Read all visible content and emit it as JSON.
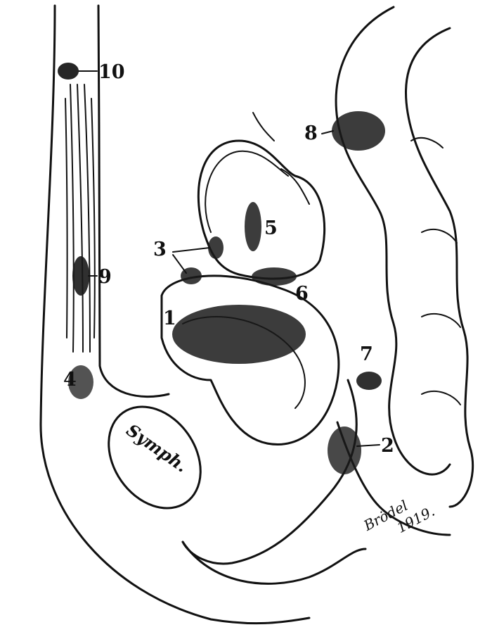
{
  "figure": {
    "markers": {
      "m1": "1",
      "m2": "2",
      "m3": "3",
      "m4": "4",
      "m5": "5",
      "m6": "6",
      "m7": "7",
      "m8": "8",
      "m9": "9",
      "m10": "10"
    },
    "symphysis_label": "Symph.",
    "signature": "Brödel",
    "signature_year": "1919."
  }
}
